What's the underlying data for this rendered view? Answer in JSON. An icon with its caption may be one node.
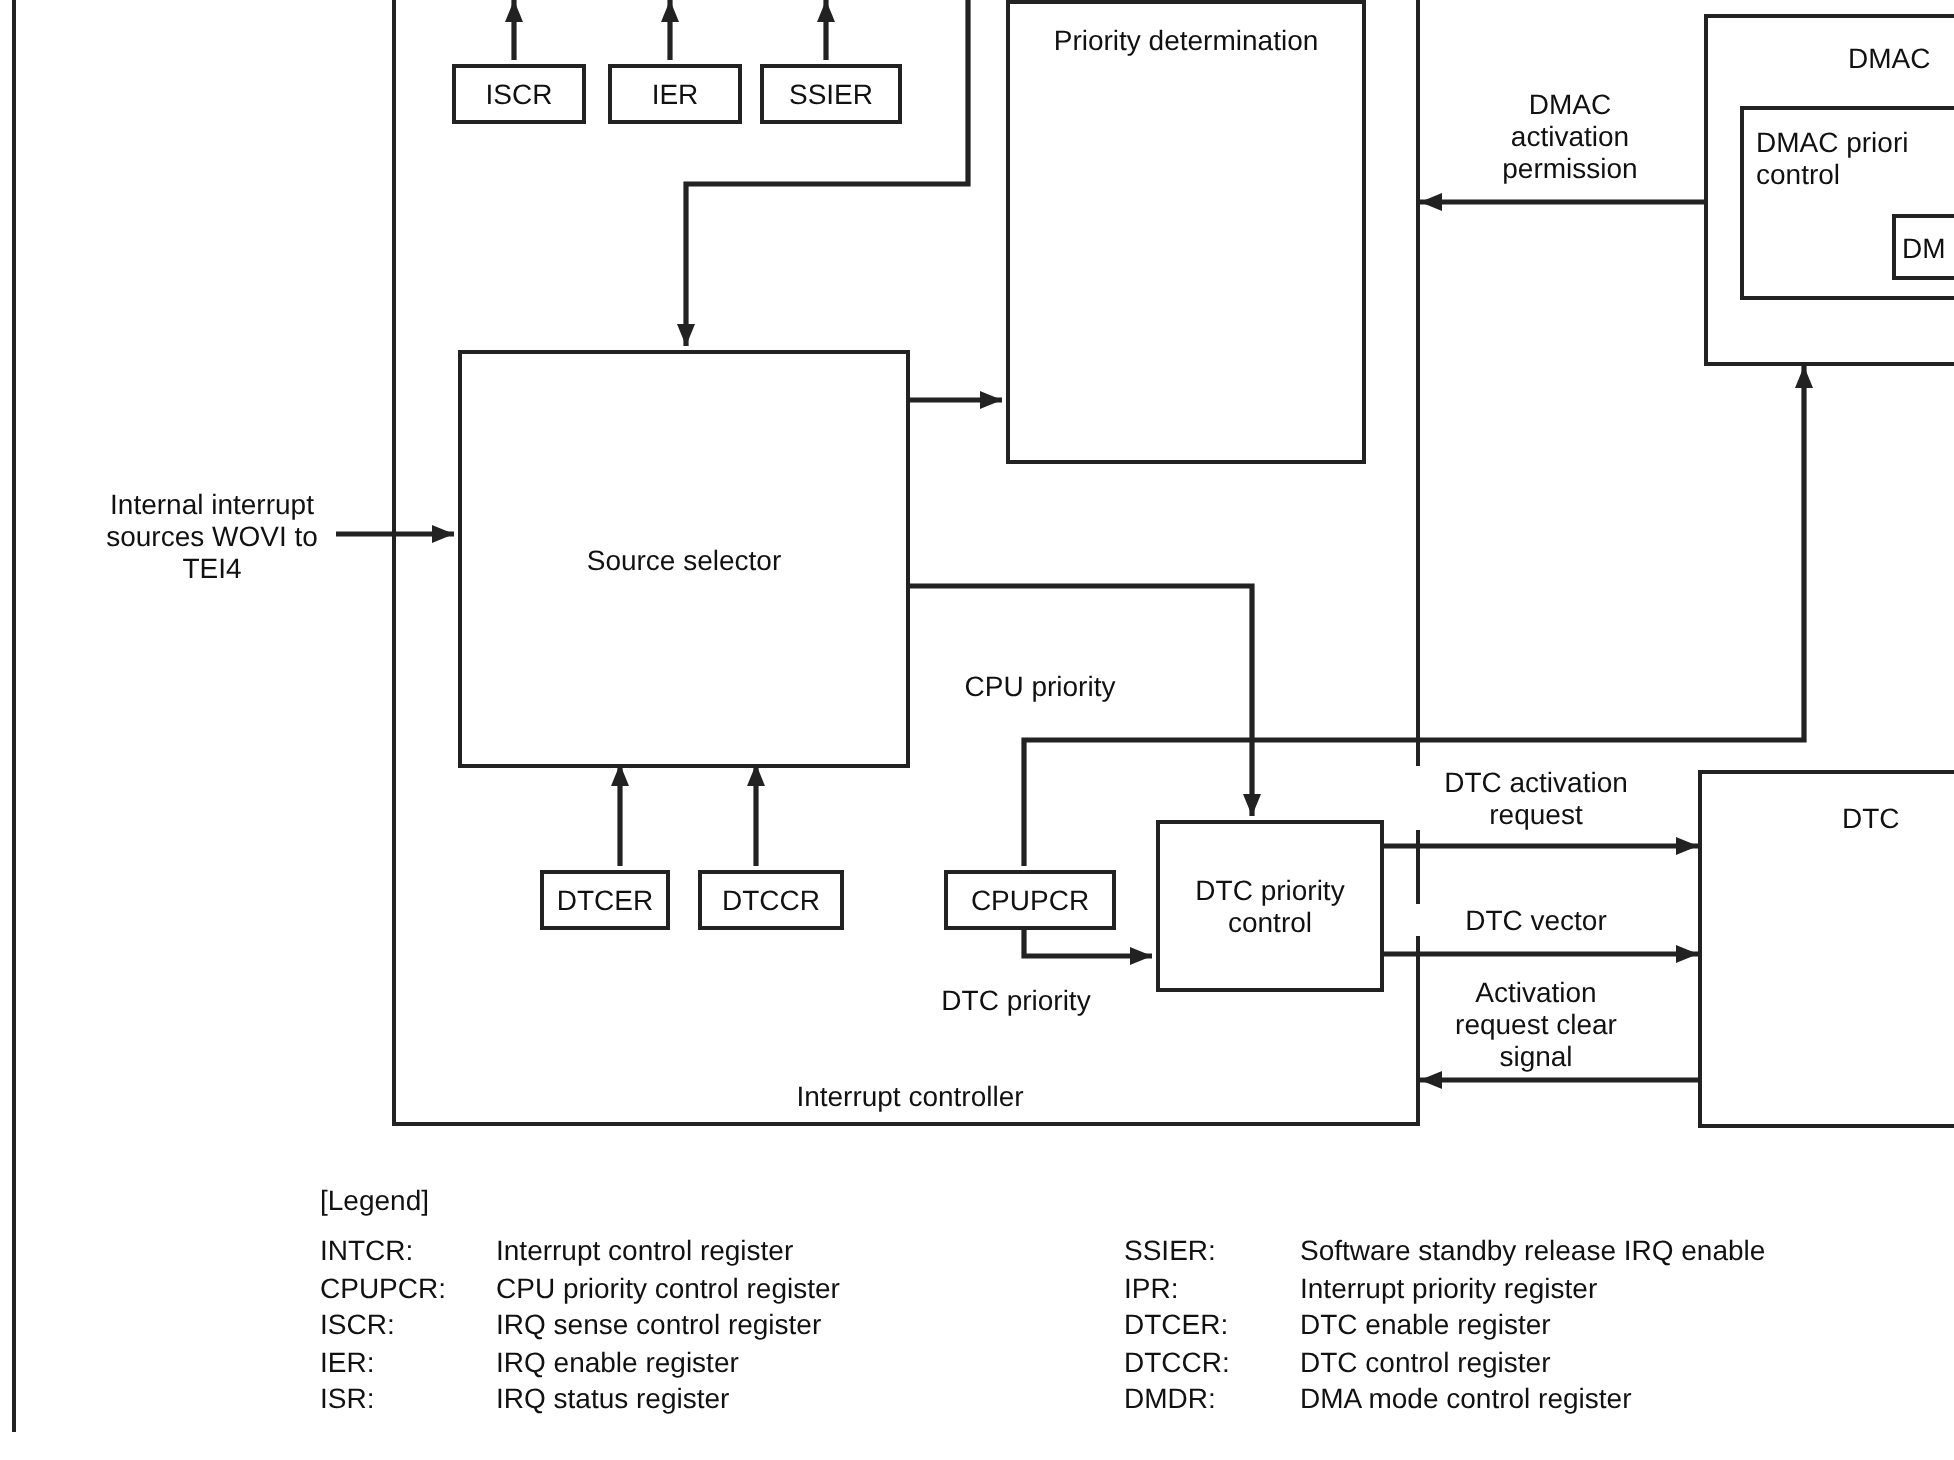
{
  "diagram": {
    "nodes": [
      {
        "text": [
          "Interrupt controller"
        ]
      },
      {
        "text": [
          "ISCR"
        ],
        "in": 0
      },
      {
        "text": [
          "IER"
        ],
        "in": 0
      },
      {
        "text": [
          "SSIER"
        ],
        "in": 0
      },
      {
        "text": [
          "Priority determination"
        ],
        "in": 0
      },
      {
        "text": [
          "Source selector"
        ],
        "in": 0
      },
      {
        "text": [
          "DTCER"
        ],
        "in": 0
      },
      {
        "text": [
          "DTCCR"
        ],
        "in": 0
      },
      {
        "text": [
          "CPUPCR"
        ],
        "in": 0
      },
      {
        "text": [
          "DTC priority control"
        ],
        "in": 0
      },
      {
        "text": [
          "Internal interrupt sources WOVI to TEI4"
        ]
      },
      {
        "text": [
          "DMAC"
        ]
      },
      {
        "text": [
          "DMAC priori control"
        ],
        "in": 11
      },
      {
        "text": [
          "DM"
        ],
        "in": 12
      },
      {
        "text": [
          "DTC"
        ]
      }
    ],
    "edges": [
      {
        "from": 1,
        "to": null,
        "arrow": "to"
      },
      {
        "from": 2,
        "to": null,
        "arrow": "to"
      },
      {
        "from": 3,
        "to": null,
        "arrow": "to"
      },
      {
        "from": null,
        "to": 5,
        "arrow": "to"
      },
      {
        "from": 10,
        "to": 5,
        "arrow": "to"
      },
      {
        "from": 5,
        "to": 4,
        "arrow": "to"
      },
      {
        "from": 5,
        "to": 9,
        "arrow": "to"
      },
      {
        "from": 6,
        "to": 5,
        "arrow": "to"
      },
      {
        "from": 7,
        "to": 5,
        "arrow": "to"
      },
      {
        "from": 8,
        "to": 11,
        "label": "CPU priority",
        "arrow": "to"
      },
      {
        "from": 8,
        "to": 9,
        "label": "DTC priority",
        "arrow": "to"
      },
      {
        "from": 11,
        "to": 0,
        "label": "DMAC activation permission",
        "arrow": "to"
      },
      {
        "from": 9,
        "to": 14,
        "label": "DTC activation request",
        "arrow": "to"
      },
      {
        "from": 9,
        "to": 14,
        "label": "DTC vector",
        "arrow": "to"
      },
      {
        "from": 14,
        "to": 0,
        "label": "Activation request clear signal",
        "arrow": "to"
      }
    ],
    "labels": [
      "[Legend]",
      "INTCR:",
      "Interrupt control register",
      "SSIER:",
      "Software standby release IRQ enable",
      "CPUPCR:",
      "CPU priority control register",
      "IPR:",
      "Interrupt priority register",
      "ISCR:",
      "IRQ sense control register",
      "DTCER:",
      "DTC enable register",
      "IER:",
      "IRQ enable register",
      "DTCCR:",
      "DTC control register",
      "ISR:",
      "IRQ status register",
      "DMDR:",
      "DMA mode control register"
    ]
  }
}
